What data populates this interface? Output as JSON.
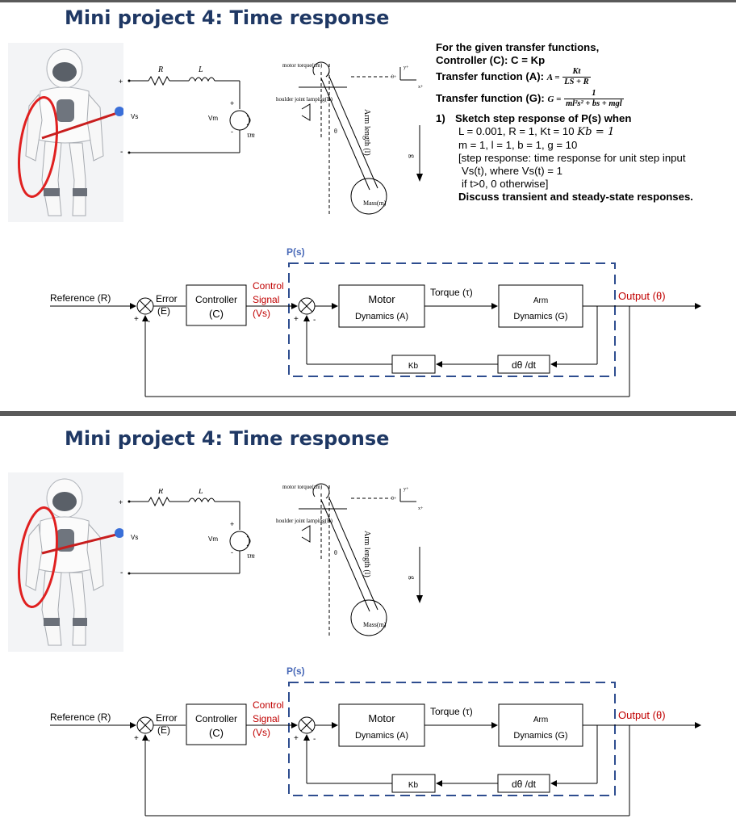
{
  "slides": [
    {
      "title": "Mini project 4: Time response",
      "circuit": {
        "r_label": "R",
        "l_label": "L",
        "vs_label": "Vs",
        "vm_label": "Vm",
        "plus": "+",
        "minus": "-",
        "tau_m": "τm"
      },
      "arm": {
        "motor_torque": "motor torque(τm)",
        "shoulder": "houlder joint lamping(B)",
        "theta": "θ",
        "arm_length": "Arm length (l)",
        "mass": "Mass(m)",
        "theta_plus": "θ+",
        "y_plus": "y+",
        "x_plus": "x+",
        "g": "g"
      },
      "block": {
        "ps": "P(s)",
        "reference": "Reference (R)",
        "plus": "+",
        "minus": "-",
        "error_line1": "Error",
        "error_line2": "(E)",
        "controller_line1": "Controller",
        "controller_line2": "(C)",
        "control1": "Control",
        "control2": "Signal",
        "control3": "(Vs)",
        "motor_line1": "Motor",
        "motor_line2": "Dynamics (A)",
        "torque": "Torque (τ)",
        "arm_line1": "Arm",
        "arm_line2": "Dynamics (G)",
        "output": "Output (θ)",
        "kb": "Kb",
        "dtheta": "dθ /dt"
      }
    },
    {
      "title": "Mini project 4: Time response",
      "circuit": {
        "r_label": "R",
        "l_label": "L",
        "vs_label": "Vs",
        "vm_label": "Vm",
        "plus": "+",
        "minus": "-",
        "tau_m": "τm"
      },
      "arm": {
        "motor_torque": "motor torque(τm)",
        "shoulder": "houlder joint lamping(B)",
        "theta": "θ",
        "arm_length": "Arm length (l)",
        "mass": "Mass(m)",
        "theta_plus": "θ+",
        "y_plus": "y+",
        "x_plus": "x+",
        "g": "g"
      },
      "block": {
        "ps": "P(s)",
        "reference": "Reference (R)",
        "plus": "+",
        "minus": "-",
        "error_line1": "Error",
        "error_line2": "(E)",
        "controller_line1": "Controller",
        "controller_line2": "(C)",
        "control1": "Control",
        "control2": "Signal",
        "control3": "(Vs)",
        "motor_line1": "Motor",
        "motor_line2": "Dynamics (A)",
        "torque": "Torque (τ)",
        "arm_line1": "Arm",
        "arm_line2": "Dynamics (G)",
        "output": "Output (θ)",
        "kb": "Kb",
        "dtheta": "dθ /dt"
      }
    }
  ],
  "info": {
    "line1": "For the given transfer functions,",
    "line2": "Controller (C): C = Kp",
    "tf_a_label": "Transfer function (A):",
    "tf_a_lhs": "A =",
    "tf_a_num": "Kt",
    "tf_a_den": "LS + R",
    "tf_g_label": "Transfer function (G):",
    "tf_g_lhs": "G =",
    "tf_g_num": "1",
    "tf_g_den": "ml²s² + bs + mgl",
    "q_num": "1)",
    "q_text": "Sketch step response of P(s) when",
    "p1": "L = 0.001, R = 1, Kt = 10 ",
    "p1_kb": "Kb = 1",
    "p2": "m = 1, l = 1, b = 1, g = 10",
    "p3": "[step response: time response for unit step input",
    "p4": "Vs(t), where Vs(t) = 1",
    "p5": "if t>0, 0 otherwise]",
    "p6": "Discuss transient and steady-state responses."
  },
  "colors": {
    "title": "#1f3864",
    "dashed_box": "#2e4d8f",
    "red": "#c00000",
    "robot_circle": "#e02020",
    "robot_dot": "#3a6fd8"
  }
}
